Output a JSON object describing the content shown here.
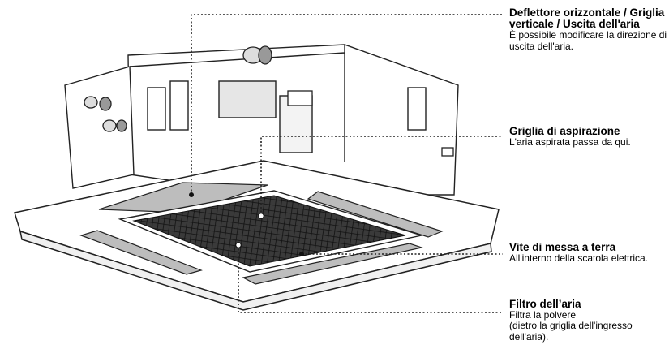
{
  "labels": {
    "deflector": {
      "title": "Deflettore orizzontale / Griglia verticale / Uscita dell'aria",
      "description": "È possibile modificare la direzione di uscita dell'aria."
    },
    "intake_grille": {
      "title": "Griglia di aspirazione",
      "description": "L'aria aspirata passa da qui."
    },
    "ground_screw": {
      "title": "Vite di messa a terra",
      "description": "All'interno della scatola elettrica."
    },
    "air_filter": {
      "title": "Filtro dell’aria",
      "description_line1": "Filtra la polvere",
      "description_line2": "(dietro la griglia dell'ingresso dell'aria)."
    }
  }
}
